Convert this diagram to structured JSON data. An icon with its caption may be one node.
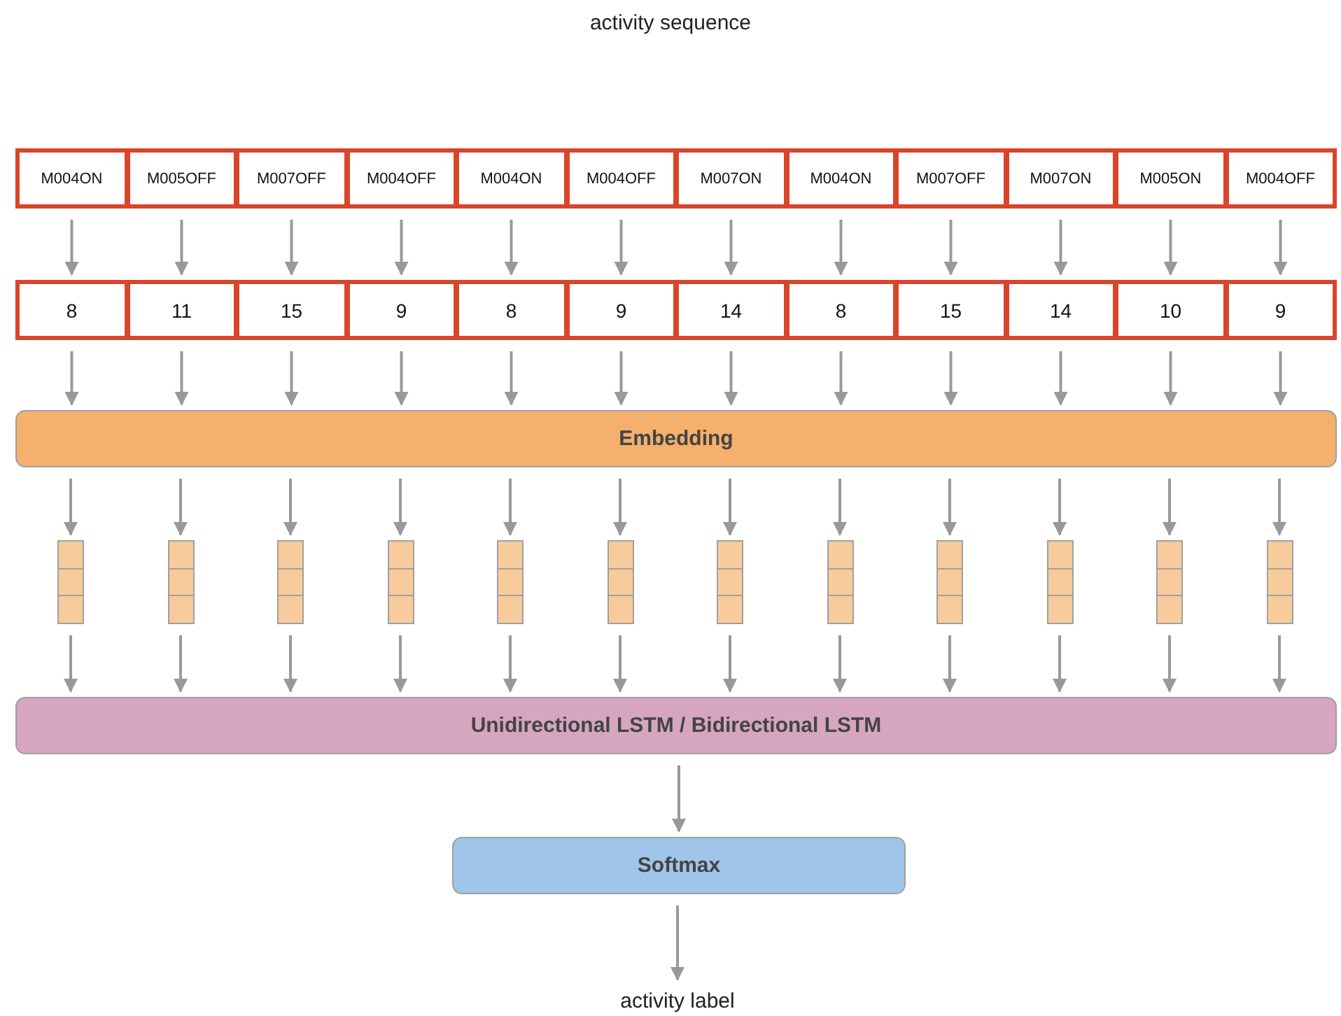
{
  "diagram": {
    "title": "activity sequence",
    "nodes": [
      {
        "text": [
          "M004ON"
        ]
      },
      {
        "text": [
          "M005OFF"
        ]
      },
      {
        "text": [
          "M007OFF"
        ]
      },
      {
        "text": [
          "M004OFF"
        ]
      },
      {
        "text": [
          "M004ON"
        ]
      },
      {
        "text": [
          "M004OFF"
        ]
      },
      {
        "text": [
          "M007ON"
        ]
      },
      {
        "text": [
          "M004ON"
        ]
      },
      {
        "text": [
          "M007OFF"
        ]
      },
      {
        "text": [
          "M007ON"
        ]
      },
      {
        "text": [
          "M005ON"
        ]
      },
      {
        "text": [
          "M004OFF"
        ]
      },
      {
        "text": [
          "8"
        ]
      },
      {
        "text": [
          "11"
        ]
      },
      {
        "text": [
          "15"
        ]
      },
      {
        "text": [
          "9"
        ]
      },
      {
        "text": [
          "8"
        ]
      },
      {
        "text": [
          "9"
        ]
      },
      {
        "text": [
          "14"
        ]
      },
      {
        "text": [
          "8"
        ]
      },
      {
        "text": [
          "15"
        ]
      },
      {
        "text": [
          "14"
        ]
      },
      {
        "text": [
          "10"
        ]
      },
      {
        "text": [
          "9"
        ]
      },
      {
        "text": [
          "Embedding"
        ]
      },
      {
        "text": [],
        "shape": "bar"
      },
      {
        "text": [],
        "shape": "bar"
      },
      {
        "text": [],
        "shape": "bar"
      },
      {
        "text": [],
        "shape": "bar"
      },
      {
        "text": [],
        "shape": "bar"
      },
      {
        "text": [],
        "shape": "bar"
      },
      {
        "text": [],
        "shape": "bar"
      },
      {
        "text": [],
        "shape": "bar"
      },
      {
        "text": [],
        "shape": "bar"
      },
      {
        "text": [],
        "shape": "bar"
      },
      {
        "text": [],
        "shape": "bar"
      },
      {
        "text": [],
        "shape": "bar"
      },
      {
        "text": [
          "Unidirectional LSTM / Bidirectional LSTM"
        ]
      },
      {
        "text": [
          "Softmax"
        ]
      },
      {
        "text": [
          "activity label"
        ]
      }
    ],
    "edges": [
      {
        "from": 0,
        "to": 12,
        "arrow": "to"
      },
      {
        "from": 1,
        "to": 13,
        "arrow": "to"
      },
      {
        "from": 2,
        "to": 14,
        "arrow": "to"
      },
      {
        "from": 3,
        "to": 15,
        "arrow": "to"
      },
      {
        "from": 4,
        "to": 16,
        "arrow": "to"
      },
      {
        "from": 5,
        "to": 17,
        "arrow": "to"
      },
      {
        "from": 6,
        "to": 18,
        "arrow": "to"
      },
      {
        "from": 7,
        "to": 19,
        "arrow": "to"
      },
      {
        "from": 8,
        "to": 20,
        "arrow": "to"
      },
      {
        "from": 9,
        "to": 21,
        "arrow": "to"
      },
      {
        "from": 10,
        "to": 22,
        "arrow": "to"
      },
      {
        "from": 11,
        "to": 23,
        "arrow": "to"
      },
      {
        "from": 12,
        "to": 24,
        "arrow": "to"
      },
      {
        "from": 13,
        "to": 24,
        "arrow": "to"
      },
      {
        "from": 14,
        "to": 24,
        "arrow": "to"
      },
      {
        "from": 15,
        "to": 24,
        "arrow": "to"
      },
      {
        "from": 16,
        "to": 24,
        "arrow": "to"
      },
      {
        "from": 17,
        "to": 24,
        "arrow": "to"
      },
      {
        "from": 18,
        "to": 24,
        "arrow": "to"
      },
      {
        "from": 19,
        "to": 24,
        "arrow": "to"
      },
      {
        "from": 20,
        "to": 24,
        "arrow": "to"
      },
      {
        "from": 21,
        "to": 24,
        "arrow": "to"
      },
      {
        "from": 22,
        "to": 24,
        "arrow": "to"
      },
      {
        "from": 23,
        "to": 24,
        "arrow": "to"
      },
      {
        "from": 24,
        "to": 25,
        "arrow": "to"
      },
      {
        "from": 24,
        "to": 26,
        "arrow": "to"
      },
      {
        "from": 24,
        "to": 27,
        "arrow": "to"
      },
      {
        "from": 24,
        "to": 28,
        "arrow": "to"
      },
      {
        "from": 24,
        "to": 29,
        "arrow": "to"
      },
      {
        "from": 24,
        "to": 30,
        "arrow": "to"
      },
      {
        "from": 24,
        "to": 31,
        "arrow": "to"
      },
      {
        "from": 24,
        "to": 32,
        "arrow": "to"
      },
      {
        "from": 24,
        "to": 33,
        "arrow": "to"
      },
      {
        "from": 24,
        "to": 34,
        "arrow": "to"
      },
      {
        "from": 24,
        "to": 35,
        "arrow": "to"
      },
      {
        "from": 24,
        "to": 36,
        "arrow": "to"
      },
      {
        "from": 25,
        "to": 37,
        "arrow": "to"
      },
      {
        "from": 26,
        "to": 37,
        "arrow": "to"
      },
      {
        "from": 27,
        "to": 37,
        "arrow": "to"
      },
      {
        "from": 28,
        "to": 37,
        "arrow": "to"
      },
      {
        "from": 29,
        "to": 37,
        "arrow": "to"
      },
      {
        "from": 30,
        "to": 37,
        "arrow": "to"
      },
      {
        "from": 31,
        "to": 37,
        "arrow": "to"
      },
      {
        "from": 32,
        "to": 37,
        "arrow": "to"
      },
      {
        "from": 33,
        "to": 37,
        "arrow": "to"
      },
      {
        "from": 34,
        "to": 37,
        "arrow": "to"
      },
      {
        "from": 35,
        "to": 37,
        "arrow": "to"
      },
      {
        "from": 36,
        "to": 37,
        "arrow": "to"
      },
      {
        "from": 37,
        "to": 38,
        "arrow": "to"
      },
      {
        "from": 38,
        "to": 39,
        "arrow": "to"
      }
    ]
  }
}
